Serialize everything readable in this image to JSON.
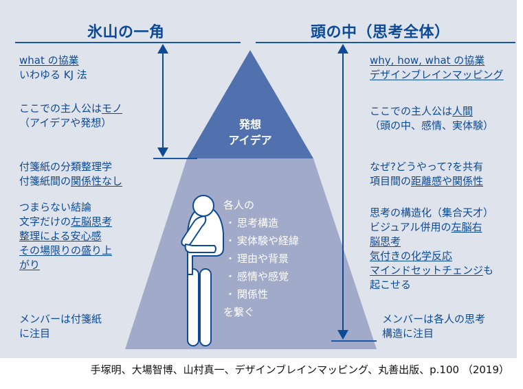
{
  "colors": {
    "panel_bg": "#dfe3ec",
    "accent_blue": "#0d4a96",
    "pyramid_top": "#5070ae",
    "pyramid_bottom": "#a1abc9",
    "figure_fill": "#ffffff"
  },
  "left": {
    "heading": "氷山の一角",
    "notes": [
      {
        "lines": [
          [
            {
              "t": "what の協業",
              "u": true
            }
          ],
          [
            {
              "t": "いわゆる KJ 法",
              "u": false
            }
          ]
        ]
      },
      {
        "lines": [
          [
            {
              "t": "ここでの主人公は",
              "u": false
            },
            {
              "t": "モノ",
              "u": true
            }
          ],
          [
            {
              "t": "（アイデアや発想）",
              "u": false
            }
          ]
        ]
      },
      {
        "lines": [
          [
            {
              "t": "付箋紙の分類整理学",
              "u": false
            }
          ],
          [
            {
              "t": "付箋紙間の",
              "u": false
            },
            {
              "t": "関係性なし",
              "u": true
            }
          ]
        ]
      },
      {
        "lines": [
          [
            {
              "t": "つまらない結論",
              "u": false
            }
          ],
          [
            {
              "t": "文字だけの",
              "u": false
            },
            {
              "t": "左脳思考",
              "u": true
            }
          ],
          [
            {
              "t": "整理による安心感",
              "u": true
            }
          ],
          [
            {
              "t": "その場限りの盛り上",
              "u": true
            }
          ],
          [
            {
              "t": "がり",
              "u": true
            }
          ]
        ]
      },
      {
        "lines": [
          [
            {
              "t": "メンバーは付箋紙",
              "u": false
            }
          ],
          [
            {
              "t": "に注目",
              "u": false
            }
          ]
        ]
      }
    ]
  },
  "right": {
    "heading": "頭の中（思考全体）",
    "notes": [
      {
        "lines": [
          [
            {
              "t": "why, how, what の協業",
              "u": true
            }
          ],
          [
            {
              "t": "デザインブレインマッピング",
              "u": true
            }
          ]
        ]
      },
      {
        "lines": [
          [
            {
              "t": "ここでの主人公は",
              "u": false
            },
            {
              "t": "人間",
              "u": true
            }
          ],
          [
            {
              "t": "（頭の中、感情、実体験）",
              "u": false
            }
          ]
        ]
      },
      {
        "lines": [
          [
            {
              "t": "なぜ?どうやって?を共有",
              "u": false
            }
          ],
          [
            {
              "t": "項目間の",
              "u": false
            },
            {
              "t": "距離感や関係性",
              "u": true
            }
          ]
        ]
      },
      {
        "lines": [
          [
            {
              "t": "思考の構造化（集合天才）",
              "u": false
            }
          ],
          [
            {
              "t": "ビジュアル併用の",
              "u": false
            },
            {
              "t": "左脳右",
              "u": true
            }
          ],
          [
            {
              "t": "脳思考",
              "u": true
            }
          ],
          [
            {
              "t": "気付きの化学反応",
              "u": true
            }
          ],
          [
            {
              "t": "マインドセットチェンジ",
              "u": true
            },
            {
              "t": "も",
              "u": false
            }
          ],
          [
            {
              "t": "起こせる",
              "u": false
            }
          ]
        ]
      },
      {
        "lines": [
          [
            {
              "t": "メンバーは各人の思考",
              "u": false
            }
          ],
          [
            {
              "t": "構造に注目",
              "u": false
            }
          ]
        ]
      }
    ]
  },
  "pyramid": {
    "top_label": [
      "発想",
      "アイデア"
    ],
    "bottom_intro": "各人の",
    "bullet_glyph": "・",
    "bullets": [
      "思考構造",
      "実体験や経緯",
      "理由や背景",
      "感情や感覚",
      "関係性"
    ],
    "bottom_outro": "を繋ぐ"
  },
  "icons": {
    "figure": "thinking-person-icon",
    "left_arrow": "double-arrow-vertical-icon",
    "right_arrow": "double-arrow-vertical-icon"
  },
  "citation": "手塚明、大場智博、山村真一、デザインブレインマッピング、丸善出版、p.100 （2019）"
}
